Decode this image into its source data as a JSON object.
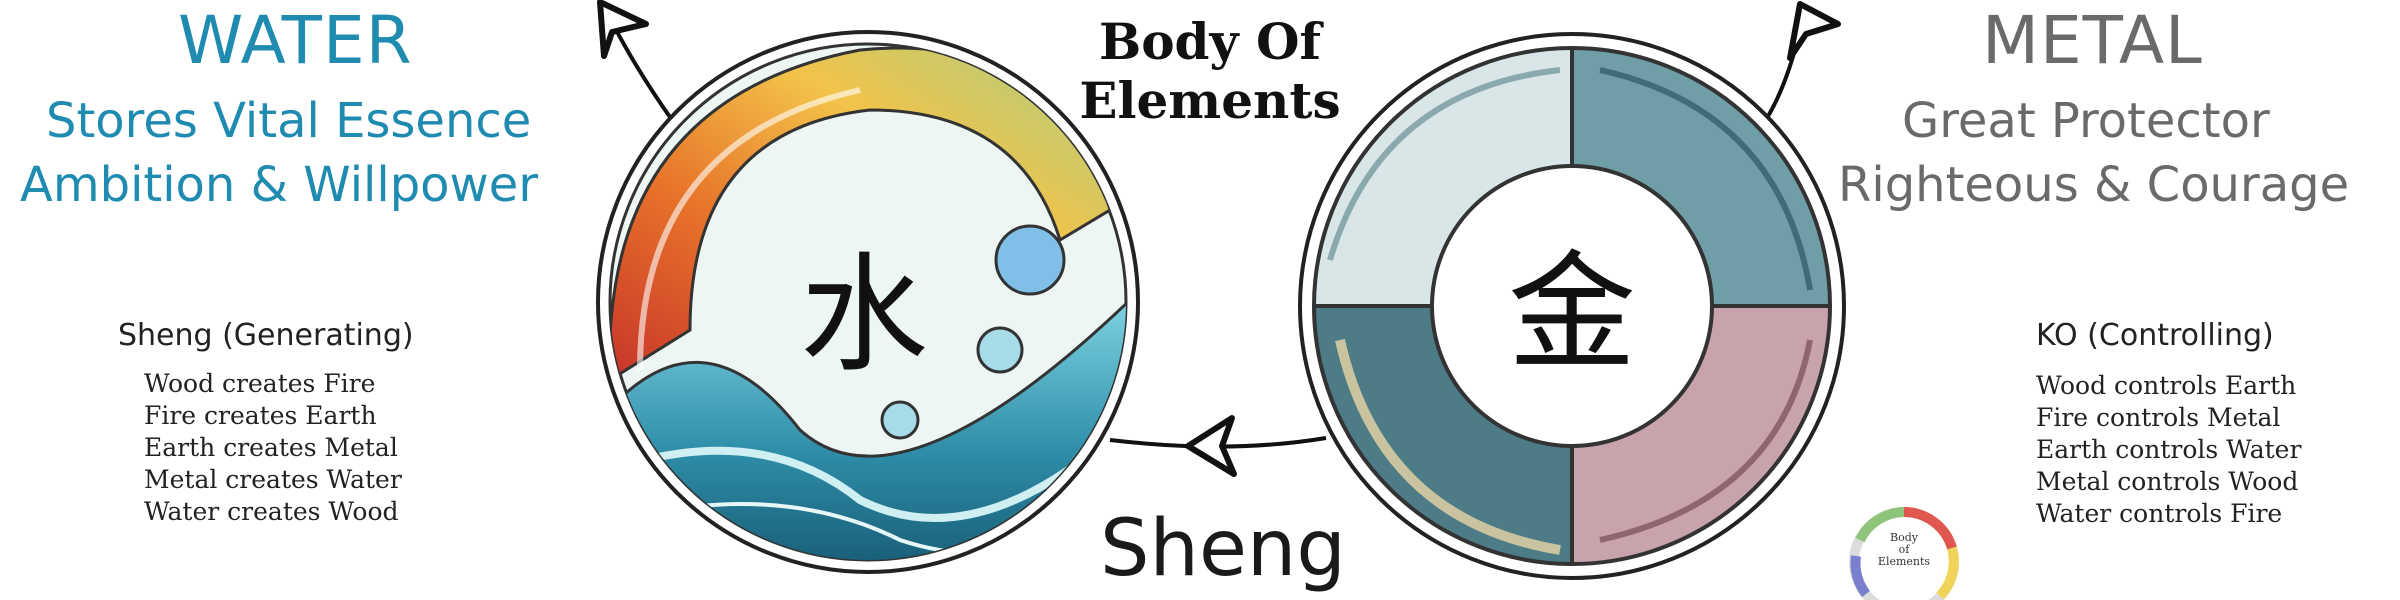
{
  "water": {
    "title": "WATER",
    "subtitle_line1": "Stores Vital Essence",
    "subtitle_line2": "Ambition & Willpower",
    "glyph": "水",
    "color": "#1f8bb0"
  },
  "metal": {
    "title": "METAL",
    "subtitle_line1": "Great Protector",
    "subtitle_line2": "Righteous & Courage",
    "glyph": "金",
    "color": "#6a6a6a"
  },
  "center": {
    "title_line1": "Body Of",
    "title_line2": "Elements",
    "cycle_label": "Sheng"
  },
  "sheng_list": {
    "heading": "Sheng (Generating)",
    "items": [
      "Wood creates Fire",
      "Fire creates Earth",
      "Earth creates Metal",
      "Metal creates Water",
      "Water creates Wood"
    ]
  },
  "ko_list": {
    "heading": "KO (Controlling)",
    "items": [
      "Wood controls Earth",
      "Fire controls Metal",
      "Earth controls Water",
      "Metal controls Wood",
      "Water controls Fire"
    ]
  },
  "logo": {
    "line1": "Body",
    "line2": "of",
    "line3": "Elements"
  }
}
